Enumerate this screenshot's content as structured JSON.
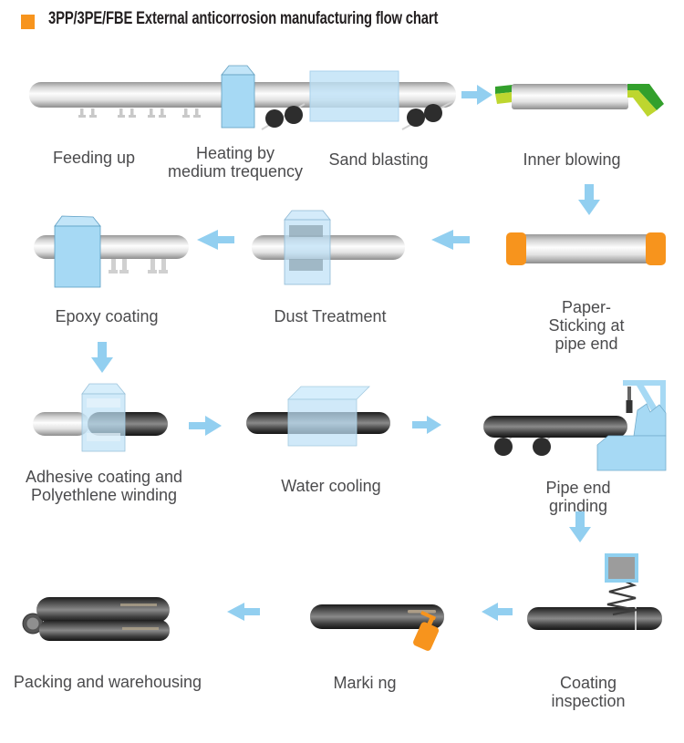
{
  "header": {
    "title": "3PP/3PE/FBE External anticorrosion manufacturing flow chart"
  },
  "stages": [
    {
      "id": "feeding-up",
      "label": "Feeding up"
    },
    {
      "id": "heating",
      "label": "Heating by\nmedium trequency"
    },
    {
      "id": "sand-blasting",
      "label": "Sand blasting"
    },
    {
      "id": "inner-blowing",
      "label": "Inner blowing"
    },
    {
      "id": "paper-sticking",
      "label": "Paper-Sticking at\npipe end"
    },
    {
      "id": "dust-treatment",
      "label": "Dust Treatment"
    },
    {
      "id": "epoxy-coating",
      "label": "Epoxy coating"
    },
    {
      "id": "adhesive-winding",
      "label": "Adhesive coating and\nPolyethlene winding"
    },
    {
      "id": "water-cooling",
      "label": "Water cooling"
    },
    {
      "id": "pipe-end-grinding",
      "label": "Pipe end grinding"
    },
    {
      "id": "coating-inspection",
      "label": "Coating inspection"
    },
    {
      "id": "marking",
      "label": "Marki ng"
    },
    {
      "id": "packing",
      "label": "Packing and warehousing"
    }
  ],
  "colors": {
    "accent": "#F7941D",
    "arrow-blue": "#92CFF0",
    "box-blue": "#A6D9F4",
    "box-blue-light": "#BEE1F6",
    "green-dark": "#33A02C",
    "green-yellow": "#BED62F",
    "label-text": "#4B4B4D",
    "title-text": "#231F20"
  }
}
